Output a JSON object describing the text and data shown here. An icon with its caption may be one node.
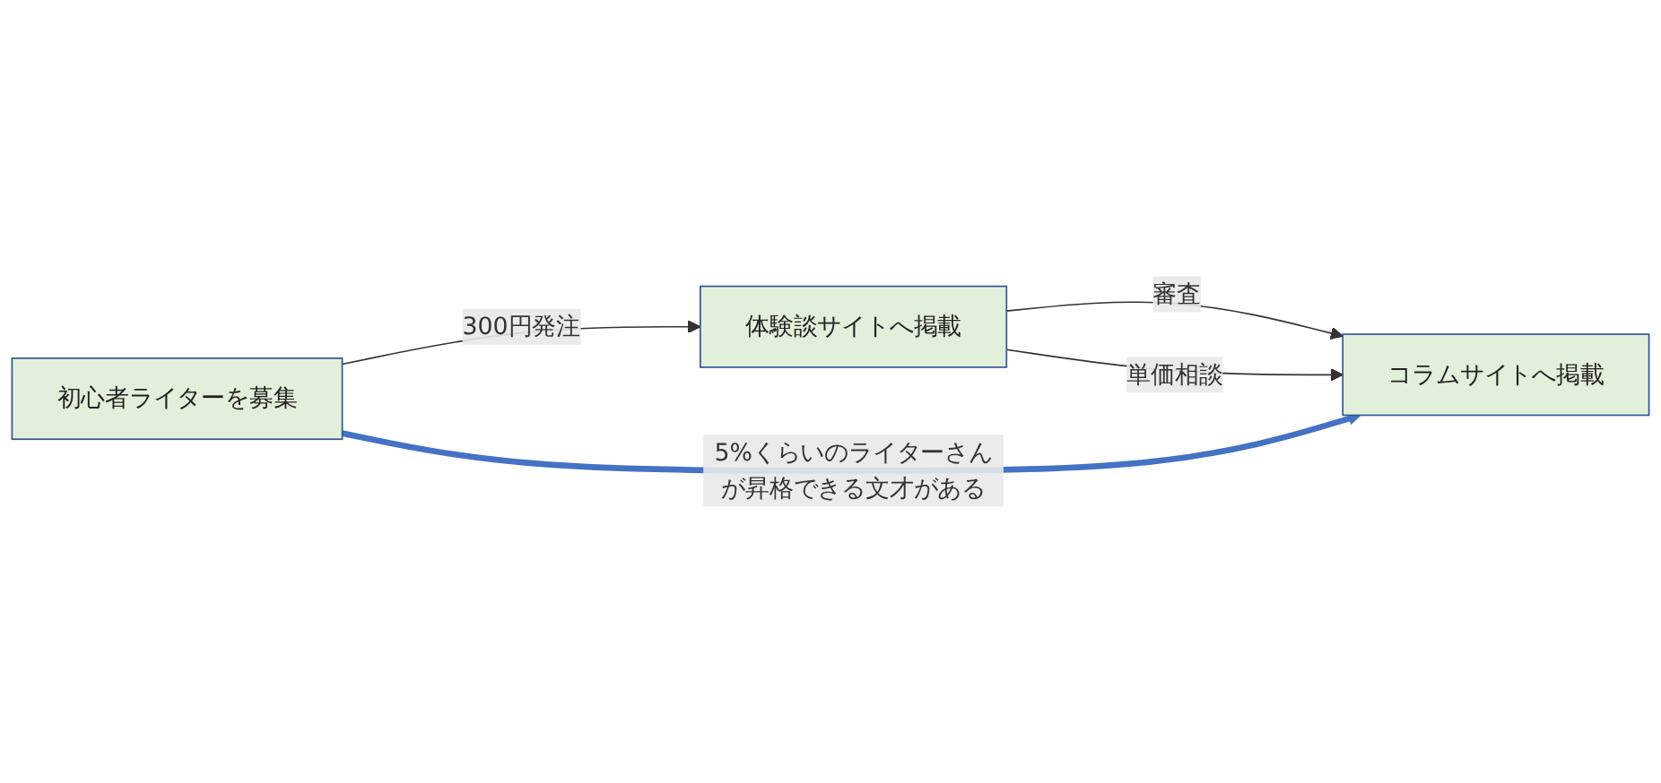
{
  "diagram": {
    "nodes": [
      {
        "text": [
          "初心者ライターを募集"
        ]
      },
      {
        "text": [
          "体験談サイトへ掲載"
        ]
      },
      {
        "text": [
          "コラムサイトへ掲載"
        ]
      }
    ],
    "edges": [
      {
        "from": 0,
        "to": 1,
        "arrow": "to",
        "label": "300円発注"
      },
      {
        "from": 1,
        "to": 2,
        "arrow": "to",
        "label": "審査"
      },
      {
        "from": 1,
        "to": 2,
        "arrow": "to",
        "label": "単価相談"
      },
      {
        "from": 0,
        "to": 2,
        "arrow": "to",
        "label": "5%くらいのライターさんが昇格できる文才がある",
        "style": "thick",
        "color": "#4472c4"
      }
    ]
  }
}
